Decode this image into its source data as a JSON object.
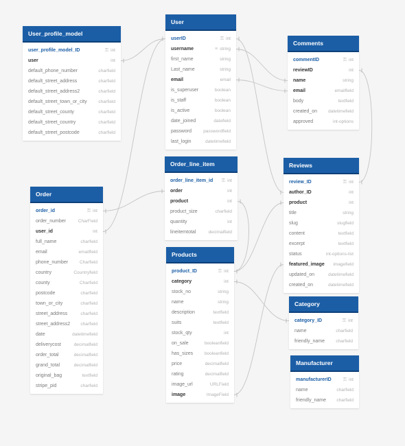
{
  "tables": [
    {
      "id": "user_profile_model",
      "name": "User_profile_model",
      "fields": [
        {
          "name": "user_profile_model_ID",
          "type": "int",
          "key": "pk",
          "icon": "key-icon"
        },
        {
          "name": "user",
          "type": "int",
          "key": "fk"
        },
        {
          "name": "default_phone_number",
          "type": "charfield"
        },
        {
          "name": "default_street_address",
          "type": "charfield"
        },
        {
          "name": "default_street_address2",
          "type": "charfield"
        },
        {
          "name": "default_street_town_or_city",
          "type": "charfield"
        },
        {
          "name": "default_street_county",
          "type": "charfield"
        },
        {
          "name": "default_street_country",
          "type": "charfield"
        },
        {
          "name": "default_street_postcode",
          "type": "charfield"
        }
      ]
    },
    {
      "id": "user",
      "name": "User",
      "fields": [
        {
          "name": "userID",
          "type": "int",
          "key": "pk",
          "icon": "key-icon"
        },
        {
          "name": "username",
          "type": "string",
          "key": "fk",
          "icon": "unique-icon"
        },
        {
          "name": "first_name",
          "type": "string"
        },
        {
          "name": "Last_name",
          "type": "string"
        },
        {
          "name": "email",
          "type": "email",
          "key": "fk"
        },
        {
          "name": "is_superuser",
          "type": "boolean"
        },
        {
          "name": "is_staff",
          "type": "boolean"
        },
        {
          "name": "is_active",
          "type": "boolean"
        },
        {
          "name": "date_joined",
          "type": "datefield"
        },
        {
          "name": "password",
          "type": "passwordfield"
        },
        {
          "name": "last_login",
          "type": "datetimefield"
        }
      ]
    },
    {
      "id": "comments",
      "name": "Comments",
      "fields": [
        {
          "name": "commentID",
          "type": "int",
          "key": "pk",
          "icon": "key-icon"
        },
        {
          "name": "reviewID",
          "type": "int",
          "key": "fk"
        },
        {
          "name": "name",
          "type": "string",
          "key": "fk"
        },
        {
          "name": "email",
          "type": "emailfield",
          "key": "fk"
        },
        {
          "name": "body",
          "type": "textfield"
        },
        {
          "name": "created_on",
          "type": "datetimefield"
        },
        {
          "name": "approved",
          "type": "int-options"
        }
      ]
    },
    {
      "id": "order_line_item",
      "name": "Order_line_item",
      "fields": [
        {
          "name": "order_line_item_id",
          "type": "int",
          "key": "pk",
          "icon": "key-icon"
        },
        {
          "name": "order",
          "type": "int",
          "key": "fk"
        },
        {
          "name": "product",
          "type": "int",
          "key": "fk"
        },
        {
          "name": "product_size",
          "type": "charfield"
        },
        {
          "name": "quantity",
          "type": "int"
        },
        {
          "name": "lineitemtotal",
          "type": "decimalfield"
        }
      ]
    },
    {
      "id": "reviews",
      "name": "Reviews",
      "fields": [
        {
          "name": "review_ID",
          "type": "int",
          "key": "pk",
          "icon": "key-icon"
        },
        {
          "name": "author_ID",
          "type": "int",
          "key": "fk"
        },
        {
          "name": "product",
          "type": "int",
          "key": "fk"
        },
        {
          "name": "title",
          "type": "string"
        },
        {
          "name": "slug",
          "type": "slugfield"
        },
        {
          "name": "content",
          "type": "textfield"
        },
        {
          "name": "excerpt",
          "type": "textfield"
        },
        {
          "name": "status",
          "type": "int-options-list"
        },
        {
          "name": "featured_image",
          "type": "imagefield",
          "key": "fk"
        },
        {
          "name": "updated_on",
          "type": "datetimefield"
        },
        {
          "name": "created_on",
          "type": "datetimefield"
        }
      ]
    },
    {
      "id": "order",
      "name": "Order",
      "fields": [
        {
          "name": "order_id",
          "type": "int",
          "key": "pk",
          "icon": "key-icon"
        },
        {
          "name": "order_number",
          "type": "CharField"
        },
        {
          "name": "user_id",
          "type": "int",
          "key": "fk"
        },
        {
          "name": "full_name",
          "type": "charfield"
        },
        {
          "name": "email",
          "type": "emailfield"
        },
        {
          "name": "phone_number",
          "type": "Charfield"
        },
        {
          "name": "country",
          "type": "Countryfield"
        },
        {
          "name": "county",
          "type": "Charfield"
        },
        {
          "name": "postcode",
          "type": "charfield"
        },
        {
          "name": "town_or_city",
          "type": "charfield"
        },
        {
          "name": "street_address",
          "type": "charfield"
        },
        {
          "name": "street_address2",
          "type": "charfield"
        },
        {
          "name": "date",
          "type": "datetimefield"
        },
        {
          "name": "deliverycost",
          "type": "decimalfield"
        },
        {
          "name": "order_total",
          "type": "decimalfield"
        },
        {
          "name": "grand_total",
          "type": "decimalfield"
        },
        {
          "name": "original_bag",
          "type": "textfield"
        },
        {
          "name": "stripe_pid",
          "type": "charfield"
        }
      ]
    },
    {
      "id": "products",
      "name": "Products",
      "fields": [
        {
          "name": "product_ID",
          "type": "int",
          "key": "pk",
          "icon": "key-icon"
        },
        {
          "name": "category",
          "type": "int",
          "key": "fk"
        },
        {
          "name": "stock_no",
          "type": "string"
        },
        {
          "name": "name",
          "type": "string"
        },
        {
          "name": "description",
          "type": "textfield"
        },
        {
          "name": "suits",
          "type": "textfield"
        },
        {
          "name": "stock_qty",
          "type": "int"
        },
        {
          "name": "on_sale",
          "type": "booleanfield"
        },
        {
          "name": "has_sizes",
          "type": "booleanfield"
        },
        {
          "name": "price",
          "type": "decimalfield"
        },
        {
          "name": "rating",
          "type": "decimalfield"
        },
        {
          "name": "image_url",
          "type": "URLField"
        },
        {
          "name": "image",
          "type": "ImageField",
          "key": "fk"
        }
      ]
    },
    {
      "id": "category",
      "name": "Category",
      "fields": [
        {
          "name": "category_ID",
          "type": "int",
          "key": "pk",
          "icon": "key-icon"
        },
        {
          "name": "name",
          "type": "charfield"
        },
        {
          "name": "friendly_name",
          "type": "charfield"
        }
      ]
    },
    {
      "id": "manufacturer",
      "name": "Manufacturer",
      "fields": [
        {
          "name": "manufacturerID",
          "type": "int",
          "key": "pk",
          "icon": "key-icon"
        },
        {
          "name": "name",
          "type": "charfield"
        },
        {
          "name": "friendly_name",
          "type": "charfield"
        }
      ]
    }
  ],
  "relations": [
    {
      "from": "user_profile_model.user",
      "to": "user.userID"
    },
    {
      "from": "order.user_id",
      "to": "user.userID"
    },
    {
      "from": "order_line_item.order",
      "to": "order.order_id"
    },
    {
      "from": "order_line_item.product",
      "to": "products.product_ID"
    },
    {
      "from": "reviews.author_ID",
      "to": "user.userID"
    },
    {
      "from": "reviews.product",
      "to": "products.product_ID"
    },
    {
      "from": "comments.reviewID",
      "to": "reviews.review_ID"
    },
    {
      "from": "comments.name",
      "to": "user.username"
    },
    {
      "from": "comments.email",
      "to": "user.email"
    },
    {
      "from": "products.category",
      "to": "category.category_ID"
    },
    {
      "from": "reviews.featured_image",
      "to": "products.image"
    }
  ]
}
